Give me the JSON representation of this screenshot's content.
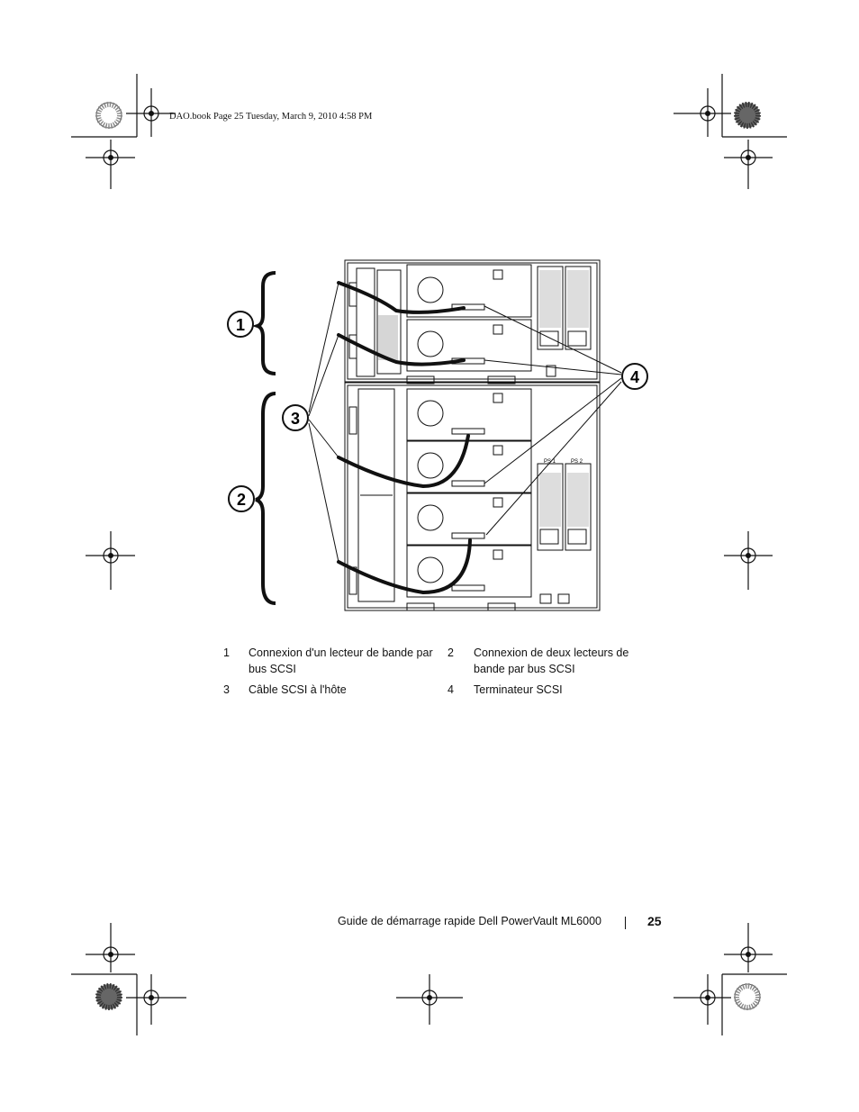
{
  "header": {
    "running_text": "DAO.book  Page 25  Tuesday, March 9, 2010  4:58 PM"
  },
  "figure": {
    "callouts": [
      "1",
      "2",
      "3",
      "4"
    ]
  },
  "legend": [
    {
      "num": "1",
      "text_line1": "Connexion d'un lecteur de bande par",
      "text_line2": "bus SCSI"
    },
    {
      "num": "2",
      "text_line1": "Connexion de deux lecteurs de",
      "text_line2": "bande par bus SCSI"
    },
    {
      "num": "3",
      "text_line1": "Câble SCSI à l'hôte",
      "text_line2": ""
    },
    {
      "num": "4",
      "text_line1": "Terminateur SCSI",
      "text_line2": ""
    }
  ],
  "footer": {
    "title": "Guide de démarrage rapide Dell PowerVault ML6000",
    "page_number": "25"
  },
  "figure_labels": {
    "ps1": "PS 1",
    "ps2": "PS 2"
  }
}
